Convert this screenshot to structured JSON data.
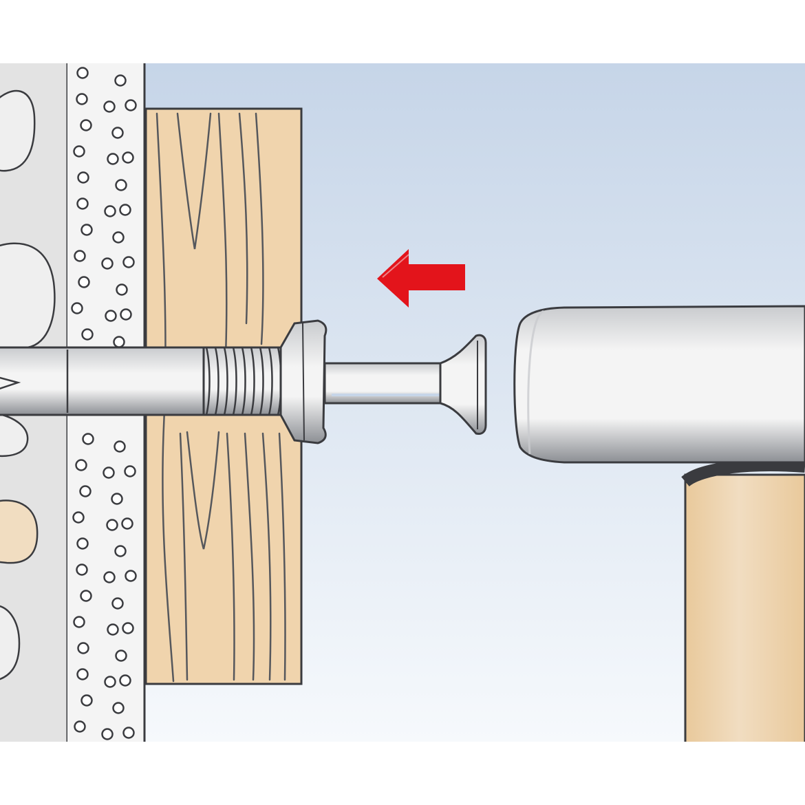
{
  "figure": {
    "kind": "installation-step",
    "parts": [
      "masonry-wall",
      "plaster-layer",
      "wooden-board",
      "nail-anchor",
      "hammer",
      "direction-arrow"
    ],
    "direction": "left",
    "colors": {
      "background": "#ffffff",
      "sky_top": "#c6d5e8",
      "sky_bottom": "#f6f9fc",
      "masonry": "#e3e3e3",
      "stone_light": "#efefef",
      "stone_warm": "#f1ddc1",
      "plaster": "#f4f4f4",
      "wood": "#f0d4ad",
      "wood_grain": "#55575c",
      "metal_light": "#f4f4f4",
      "metal_mid": "#c9cbce",
      "metal_dark": "#8c8f94",
      "arrow_red": "#e3141b",
      "handle": "#e9c99b",
      "outline": "#3a3b3f"
    }
  }
}
